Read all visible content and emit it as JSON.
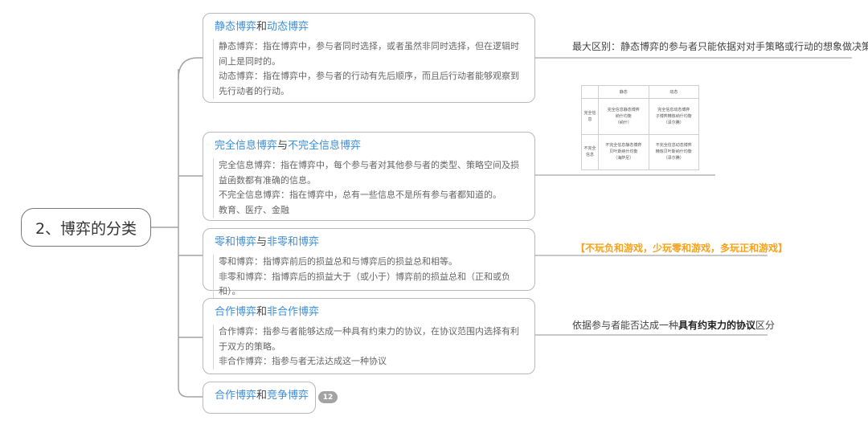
{
  "root": {
    "label": "2、博弈的分类"
  },
  "branches": [
    {
      "title_a": "静态博弈",
      "title_join": "和",
      "title_b": "动态博弈",
      "lines": [
        "静态博弈：指在博弈中，参与者同时选择，或者虽然非同时选择，但在逻辑时间上是同时的。",
        "动态博弈：指在博弈中，参与者的行动有先后顺序，而且后行动者能够观察到先行动者的行动。"
      ]
    },
    {
      "title_a": "完全信息博弈",
      "title_join": "与",
      "title_b": "不完全信息博弈",
      "lines": [
        "完全信息博弈：指在博弈中，每个参与者对其他参与者的类型、策略空间及损益函数都有准确的信息。",
        "不完全信息博弈：指在博弈中，总有一些信息不是所有参与者都知道的。",
        "教育、医疗、金融"
      ]
    },
    {
      "title_a": "零和博弈",
      "title_join": "与",
      "title_b": "非零和博弈",
      "lines": [
        "零和博弈：指博弈前后的损益总和与博弈后的损益总和相等。",
        "非零和博弈：指博弈后的损益大于（或小于）博弈前的损益总和（正和或负和）。"
      ]
    },
    {
      "title_a": "合作博弈",
      "title_join": "和",
      "title_b": "非合作博弈",
      "lines": [
        "合作博弈：指参与者能够达成一种具有约束力的协议，在协议范围内选择有利于双方的策略。",
        "非合作博弈：指参与者无法达成这一种协议"
      ]
    },
    {
      "title_a": "合作博弈",
      "title_join": "和",
      "title_b": "竞争博弈",
      "badge": "12"
    }
  ],
  "notes": {
    "static": "最大区别：静态博弈的参与者只能依据对对手策略或行动的想象做决策",
    "zero_sum": "【不玩负和游戏，少玩零和游戏，多玩正和游戏】",
    "coop_prefix": "依据参与者能否达成一种",
    "coop_bold": "具有约束力的协议",
    "coop_suffix": "区分"
  },
  "info_table": {
    "header": [
      "",
      "静态",
      "动态"
    ],
    "rows": [
      [
        "完全信息",
        "完全信息静态博弈\n纳什均衡\n（纳什）",
        "完全信息动态博弈\n子博弈精炼纳什均衡\n（泽尔腾）"
      ],
      [
        "不完全信息",
        "不完全信息静态博弈\n贝叶斯纳什均衡\n（海萨尼）",
        "不完全信息动态博弈\n精炼贝叶斯纳什均衡\n（泽尔腾）"
      ]
    ]
  },
  "colors": {
    "title_highlight": "#3c8ed8",
    "orange_note": "#f5a21e",
    "border": "#b8b8b8",
    "connector": "#a0a0a0"
  }
}
